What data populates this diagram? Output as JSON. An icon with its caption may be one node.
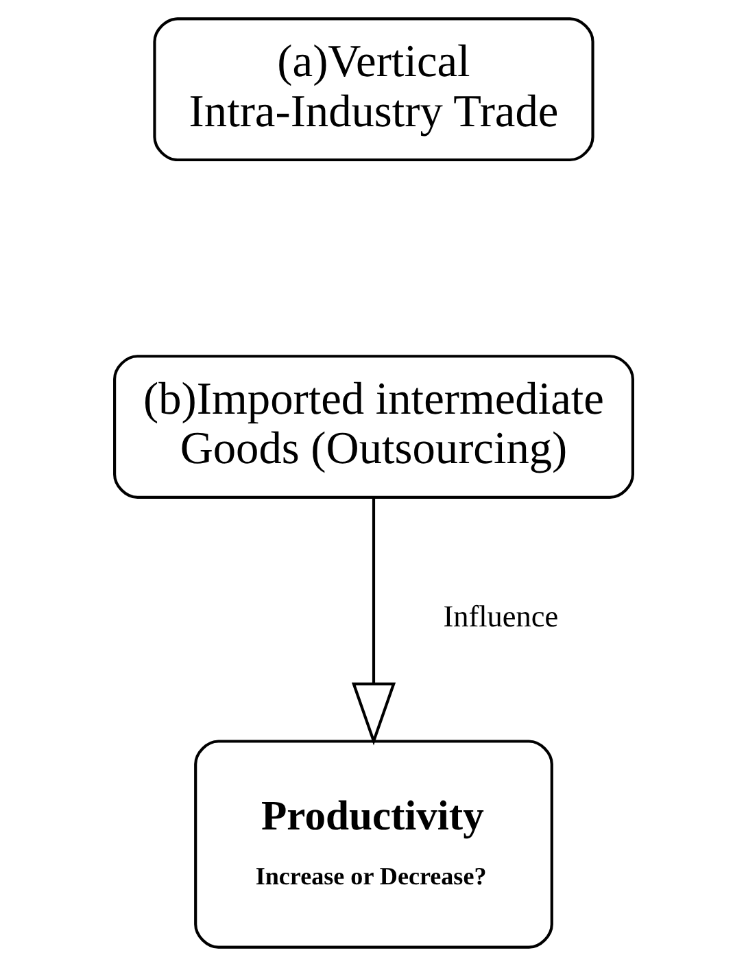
{
  "diagram": {
    "nodes": [
      {
        "text": [
          "(a)Vertical Intra-Industry Trade"
        ]
      },
      {
        "text": [
          "(b)Imported intermediate Goods (Outsourcing)"
        ]
      },
      {
        "text": [
          "Productivity",
          "Increase or Decrease?"
        ]
      }
    ],
    "edges": [
      {
        "from": 1,
        "to": 2,
        "arrow": "to",
        "label": "Influence"
      }
    ]
  }
}
